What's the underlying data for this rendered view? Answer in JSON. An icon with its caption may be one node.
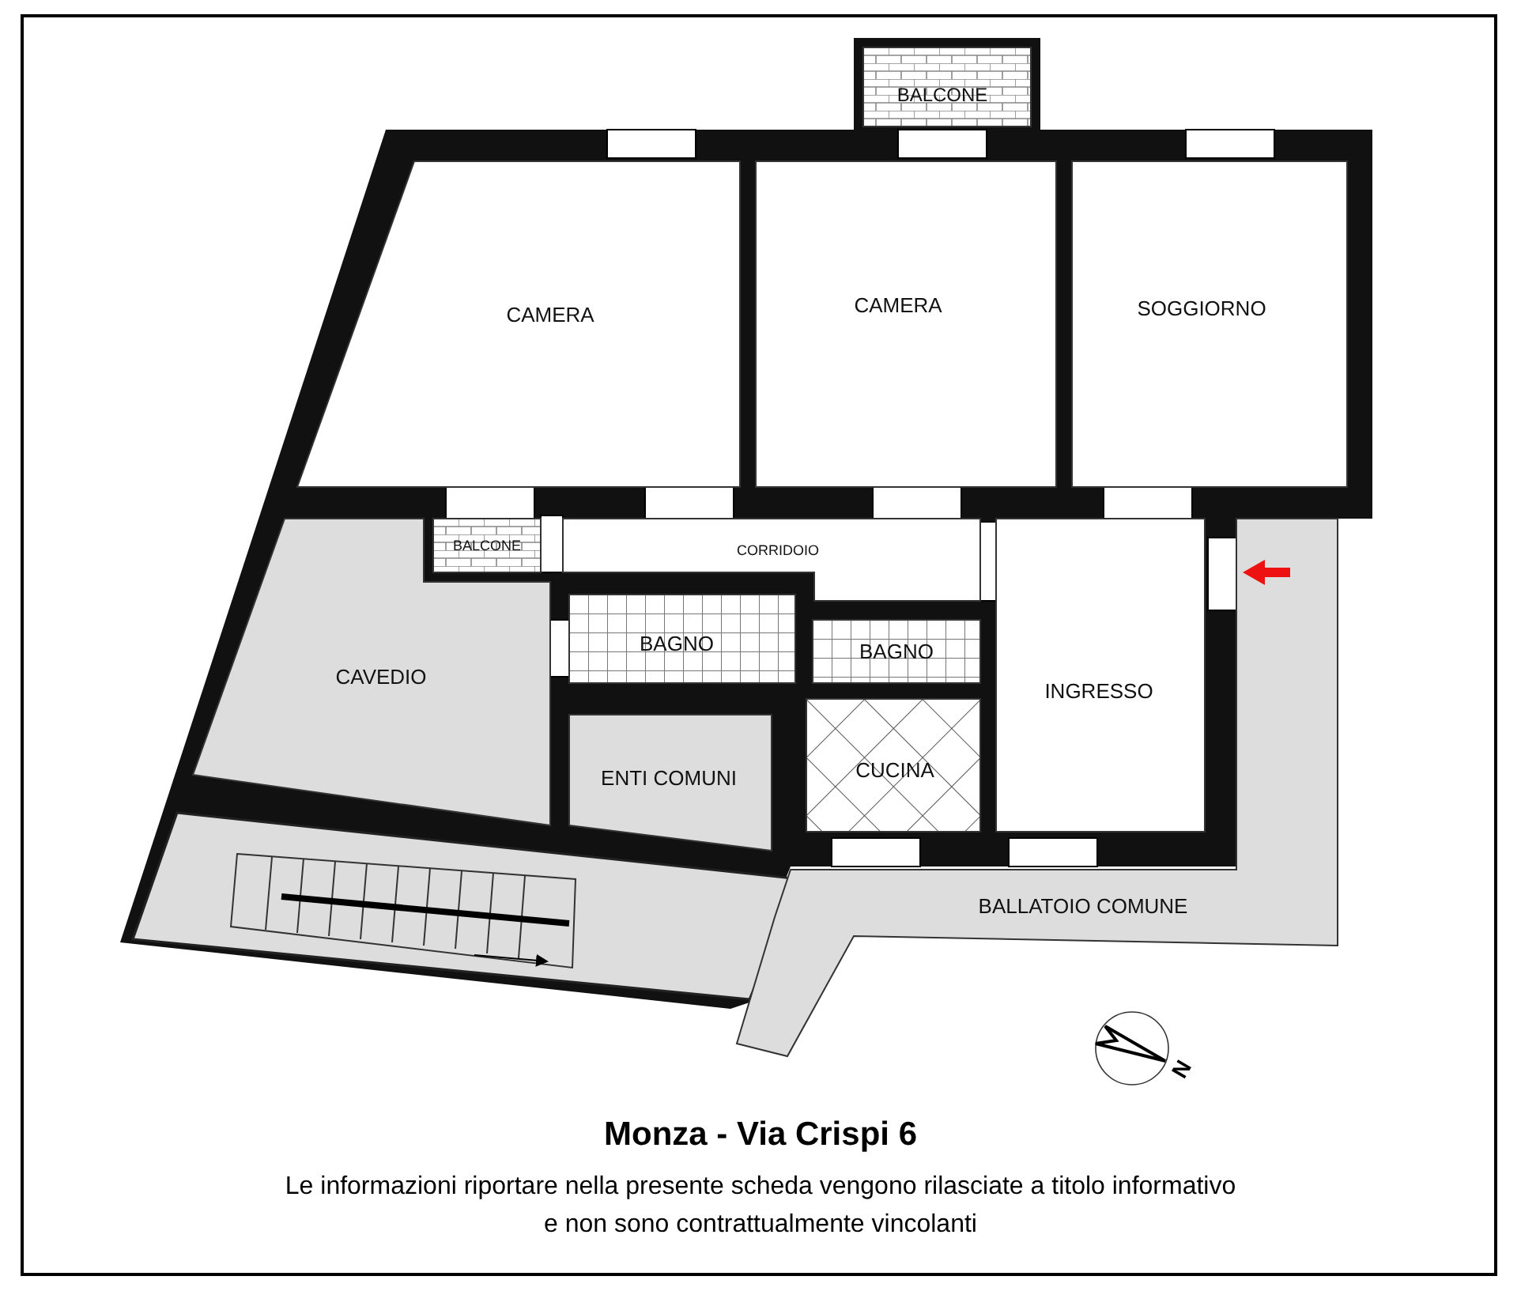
{
  "diagram": {
    "title": "Monza - Via Crispi 6",
    "caption": "Le informazioni riportare nella presente scheda vengono rilasciate a titolo informativo e non sono contrattualmente vincolanti",
    "nodes": [
      {
        "text": [
          "BALCONE"
        ]
      },
      {
        "text": [
          "CAMERA"
        ]
      },
      {
        "text": [
          "CAMERA"
        ]
      },
      {
        "text": [
          "SOGGIORNO"
        ]
      },
      {
        "text": [
          "BALCONE"
        ]
      },
      {
        "text": [
          "CORRIDOIO"
        ]
      },
      {
        "text": [
          "BAGNO"
        ]
      },
      {
        "text": [
          "BAGNO"
        ]
      },
      {
        "text": [
          "CAVEDIO"
        ]
      },
      {
        "text": [
          "INGRESSO"
        ]
      },
      {
        "text": [
          "ENTI COMUNI"
        ]
      },
      {
        "text": [
          "CUCINA"
        ]
      },
      {
        "text": [
          "BALLATOIO COMUNE"
        ]
      }
    ],
    "labels": [
      "N"
    ]
  }
}
